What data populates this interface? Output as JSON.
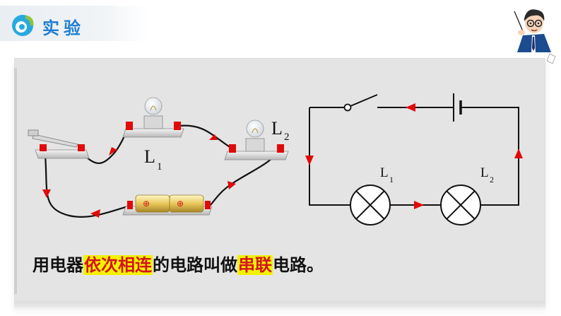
{
  "header": {
    "title": "实验",
    "brand_color": "#1f7fd1"
  },
  "illustration": {
    "label_l1": "L",
    "label_l1_sub": "1",
    "label_l2": "L",
    "label_l2_sub": "2",
    "battery_plus": "⊕"
  },
  "schematic": {
    "label_l1": "L",
    "label_l1_sub": "1",
    "label_l2": "L",
    "label_l2_sub": "2",
    "arrow_color": "#e10a0a"
  },
  "sentence": {
    "part1": "用电器",
    "hl1": "依次相连",
    "part2": "的电路叫做",
    "hl2": "串联",
    "part3": "电路。",
    "highlight_bg": "#f4f100",
    "highlight_color": "#d31418"
  }
}
